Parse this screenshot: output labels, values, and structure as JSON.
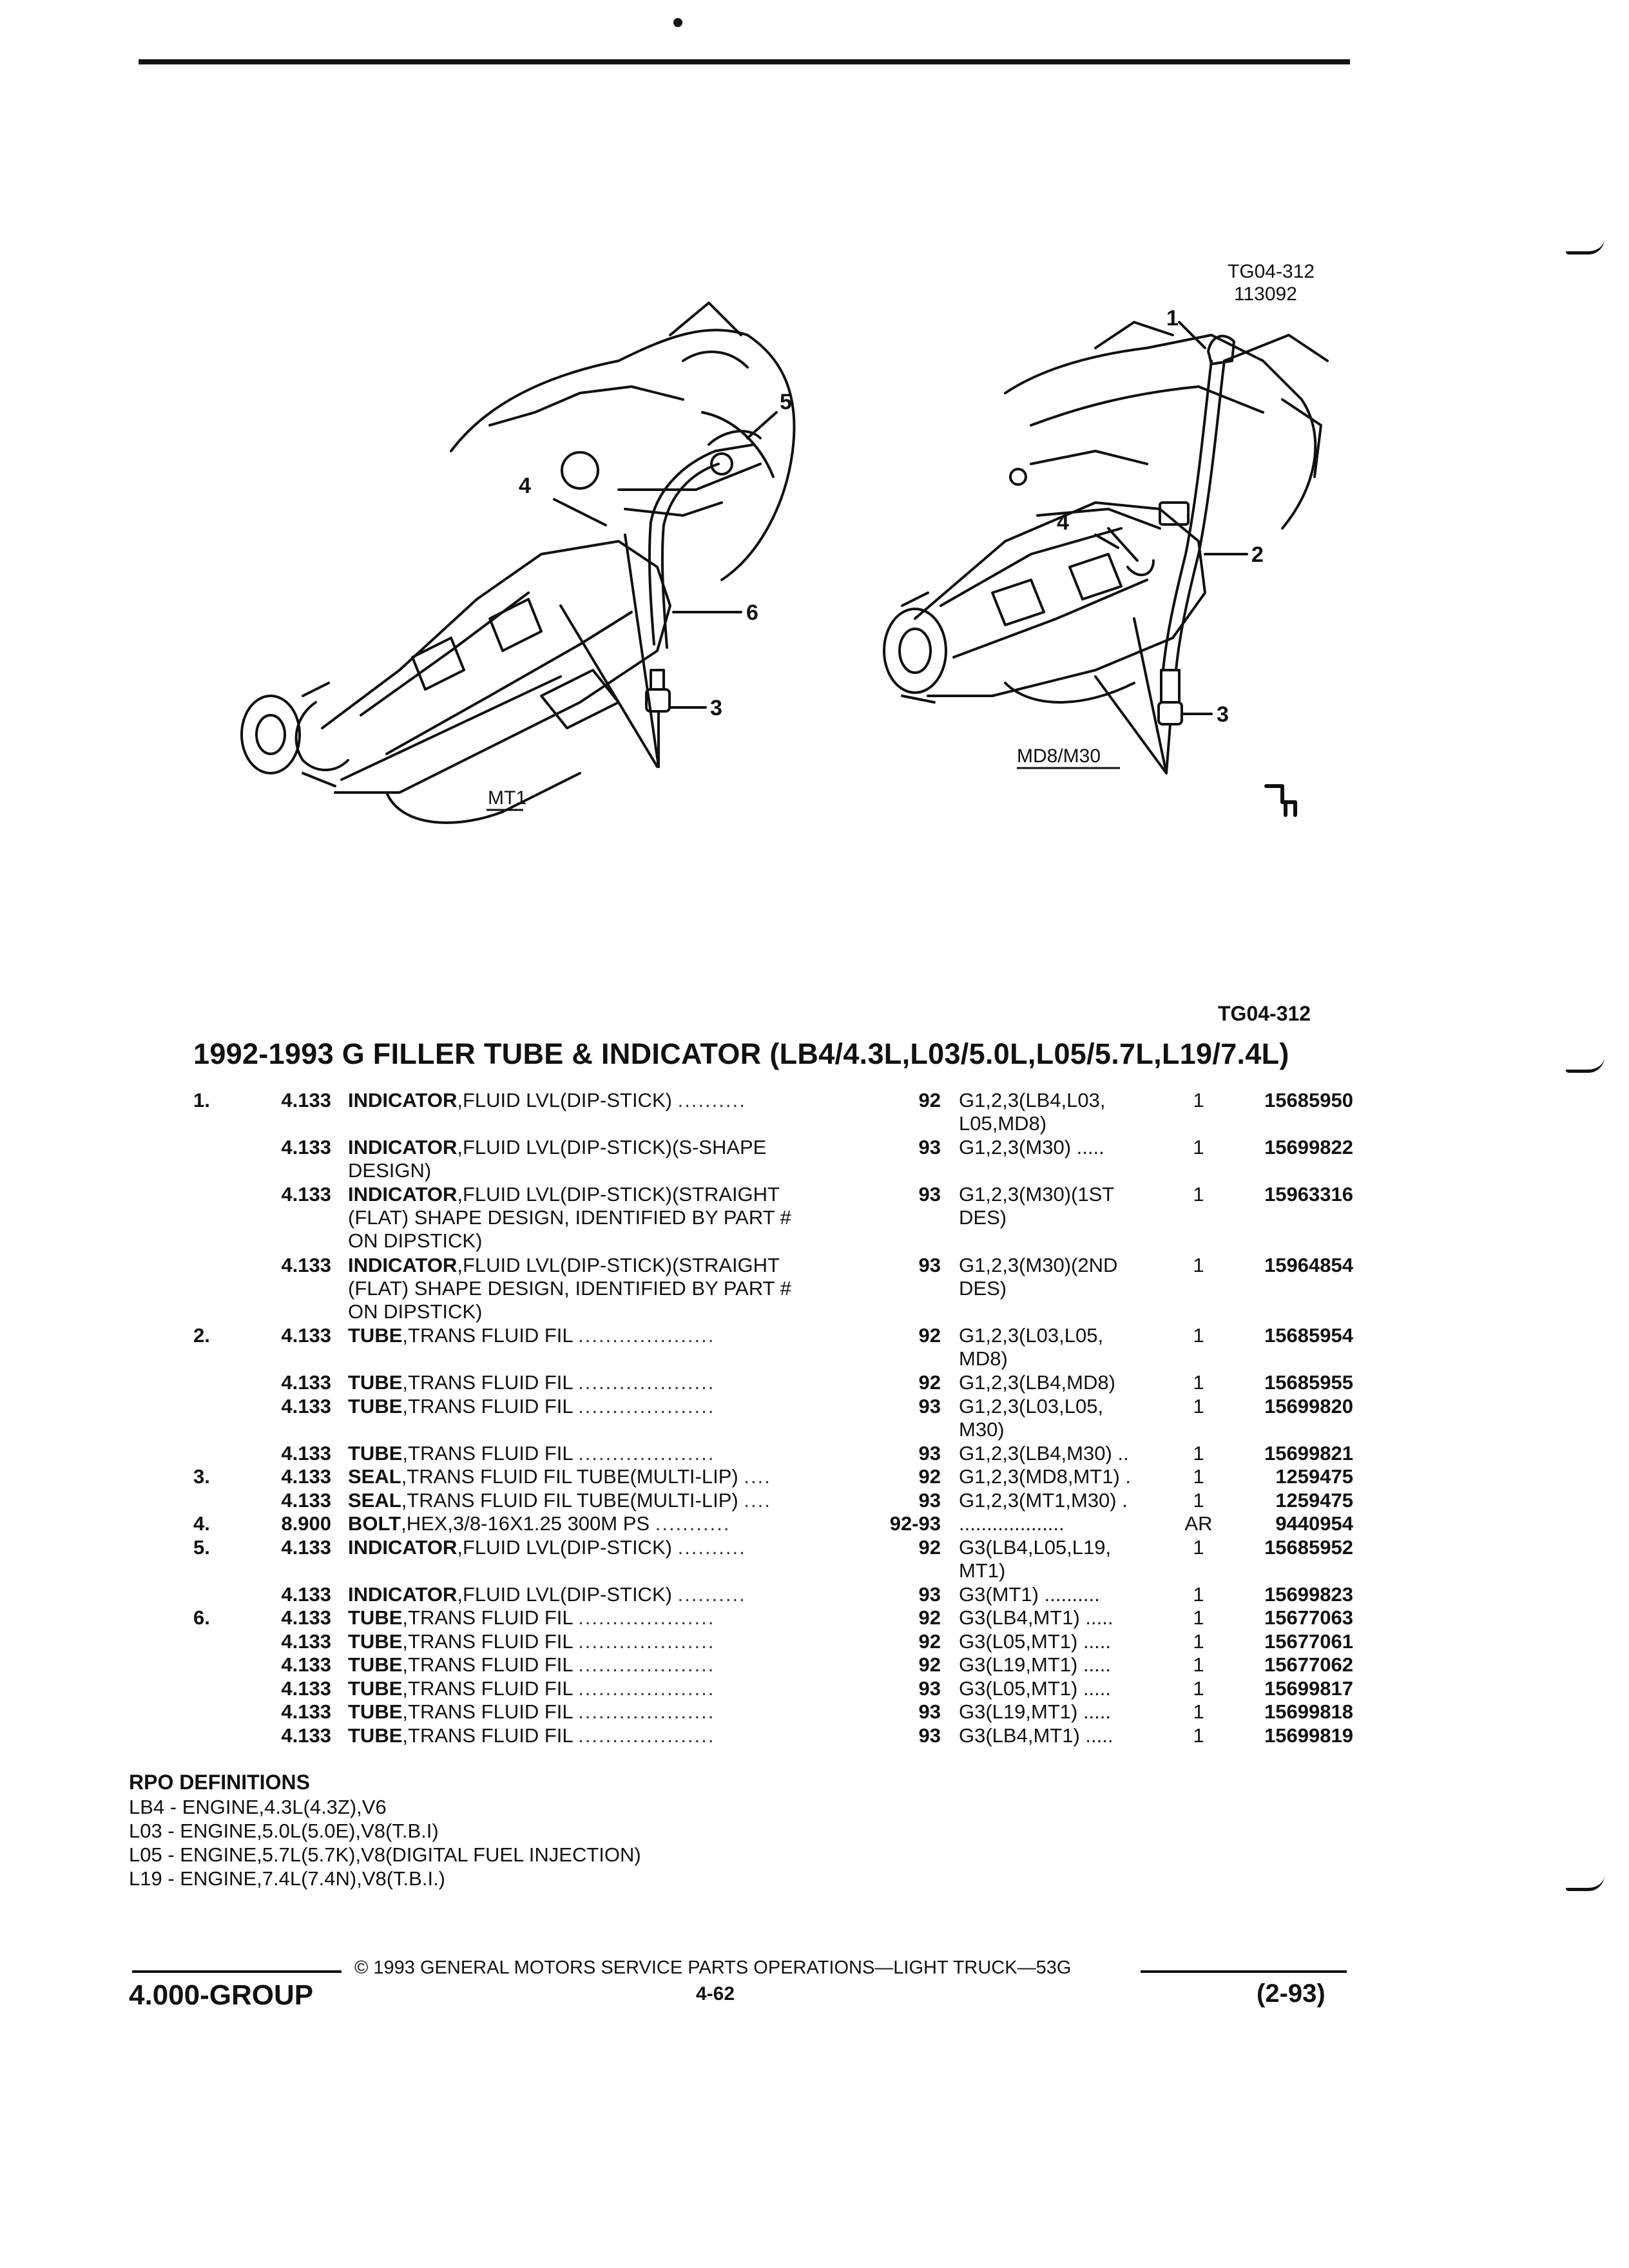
{
  "header": {
    "figure_code": "TG04-312",
    "figure_date": "113092"
  },
  "illustration": {
    "left_label": "MT1",
    "right_label": "MD8/M30",
    "callouts": [
      "1",
      "2",
      "3",
      "4",
      "5",
      "6"
    ],
    "caption": "TG04-312"
  },
  "section": {
    "title": "1992-1993 G FILLER TUBE & INDICATOR (LB4/4.3L,L03/5.0L,L05/5.7L,L19/7.4L)"
  },
  "parts": [
    {
      "item": "1.",
      "group": "4.133",
      "name": "INDICATOR",
      "desc": ",FLUID LVL(DIP-STICK)",
      "desc2": "",
      "desc3": "",
      "dots": "..........",
      "years": "92",
      "models": "G1,2,3(LB4,L03,",
      "models2": "L05,MD8)",
      "qty": "1",
      "part": "15685950"
    },
    {
      "item": "",
      "group": "4.133",
      "name": "INDICATOR",
      "desc": ",FLUID LVL(DIP-STICK)(S-SHAPE",
      "desc2": "DESIGN)",
      "desc3": "",
      "dots": "",
      "years": "93",
      "models": "G1,2,3(M30) .....",
      "models2": "",
      "qty": "1",
      "part": "15699822"
    },
    {
      "item": "",
      "group": "4.133",
      "name": "INDICATOR",
      "desc": ",FLUID LVL(DIP-STICK)(STRAIGHT",
      "desc2": "(FLAT) SHAPE DESIGN, IDENTIFIED BY PART #",
      "desc3": "ON DIPSTICK)",
      "dots": "",
      "years": "93",
      "models": "G1,2,3(M30)(1ST",
      "models2": "DES)",
      "qty": "1",
      "part": "15963316"
    },
    {
      "item": "",
      "group": "4.133",
      "name": "INDICATOR",
      "desc": ",FLUID LVL(DIP-STICK)(STRAIGHT",
      "desc2": "(FLAT) SHAPE DESIGN, IDENTIFIED BY PART #",
      "desc3": "ON DIPSTICK)",
      "dots": "",
      "years": "93",
      "models": "G1,2,3(M30)(2ND",
      "models2": "DES)",
      "qty": "1",
      "part": "15964854"
    },
    {
      "item": "2.",
      "group": "4.133",
      "name": "TUBE",
      "desc": ",TRANS FLUID FIL",
      "desc2": "",
      "desc3": "",
      "dots": "....................",
      "years": "92",
      "models": "G1,2,3(L03,L05,",
      "models2": "MD8)",
      "qty": "1",
      "part": "15685954"
    },
    {
      "item": "",
      "group": "4.133",
      "name": "TUBE",
      "desc": ",TRANS FLUID FIL",
      "desc2": "",
      "desc3": "",
      "dots": "....................",
      "years": "92",
      "models": "G1,2,3(LB4,MD8)",
      "models2": "",
      "qty": "1",
      "part": "15685955"
    },
    {
      "item": "",
      "group": "4.133",
      "name": "TUBE",
      "desc": ",TRANS FLUID FIL",
      "desc2": "",
      "desc3": "",
      "dots": "....................",
      "years": "93",
      "models": "G1,2,3(L03,L05,",
      "models2": "M30)",
      "qty": "1",
      "part": "15699820"
    },
    {
      "item": "",
      "group": "4.133",
      "name": "TUBE",
      "desc": ",TRANS FLUID FIL",
      "desc2": "",
      "desc3": "",
      "dots": "....................",
      "years": "93",
      "models": "G1,2,3(LB4,M30) ..",
      "models2": "",
      "qty": "1",
      "part": "15699821"
    },
    {
      "item": "3.",
      "group": "4.133",
      "name": "SEAL",
      "desc": ",TRANS FLUID FIL TUBE(MULTI-LIP)",
      "desc2": "",
      "desc3": "",
      "dots": "....",
      "years": "92",
      "models": "G1,2,3(MD8,MT1) .",
      "models2": "",
      "qty": "1",
      "part": "1259475"
    },
    {
      "item": "",
      "group": "4.133",
      "name": "SEAL",
      "desc": ",TRANS FLUID FIL TUBE(MULTI-LIP)",
      "desc2": "",
      "desc3": "",
      "dots": "....",
      "years": "93",
      "models": "G1,2,3(MT1,M30) .",
      "models2": "",
      "qty": "1",
      "part": "1259475"
    },
    {
      "item": "4.",
      "group": "8.900",
      "name": "BOLT",
      "desc": ",HEX,3/8-16X1.25 300M PS",
      "desc2": "",
      "desc3": "",
      "dots": "...........",
      "years": "92-93",
      "models": "...................",
      "models2": "",
      "qty": "AR",
      "part": "9440954"
    },
    {
      "item": "5.",
      "group": "4.133",
      "name": "INDICATOR",
      "desc": ",FLUID LVL(DIP-STICK)",
      "desc2": "",
      "desc3": "",
      "dots": "..........",
      "years": "92",
      "models": "G3(LB4,L05,L19,",
      "models2": "MT1)",
      "qty": "1",
      "part": "15685952"
    },
    {
      "item": "",
      "group": "4.133",
      "name": "INDICATOR",
      "desc": ",FLUID LVL(DIP-STICK)",
      "desc2": "",
      "desc3": "",
      "dots": "..........",
      "years": "93",
      "models": "G3(MT1) ..........",
      "models2": "",
      "qty": "1",
      "part": "15699823"
    },
    {
      "item": "6.",
      "group": "4.133",
      "name": "TUBE",
      "desc": ",TRANS FLUID FIL",
      "desc2": "",
      "desc3": "",
      "dots": "....................",
      "years": "92",
      "models": "G3(LB4,MT1) .....",
      "models2": "",
      "qty": "1",
      "part": "15677063"
    },
    {
      "item": "",
      "group": "4.133",
      "name": "TUBE",
      "desc": ",TRANS FLUID FIL",
      "desc2": "",
      "desc3": "",
      "dots": "....................",
      "years": "92",
      "models": "G3(L05,MT1) .....",
      "models2": "",
      "qty": "1",
      "part": "15677061"
    },
    {
      "item": "",
      "group": "4.133",
      "name": "TUBE",
      "desc": ",TRANS FLUID FIL",
      "desc2": "",
      "desc3": "",
      "dots": "....................",
      "years": "92",
      "models": "G3(L19,MT1) .....",
      "models2": "",
      "qty": "1",
      "part": "15677062"
    },
    {
      "item": "",
      "group": "4.133",
      "name": "TUBE",
      "desc": ",TRANS FLUID FIL",
      "desc2": "",
      "desc3": "",
      "dots": "....................",
      "years": "93",
      "models": "G3(L05,MT1) .....",
      "models2": "",
      "qty": "1",
      "part": "15699817"
    },
    {
      "item": "",
      "group": "4.133",
      "name": "TUBE",
      "desc": ",TRANS FLUID FIL",
      "desc2": "",
      "desc3": "",
      "dots": "....................",
      "years": "93",
      "models": "G3(L19,MT1) .....",
      "models2": "",
      "qty": "1",
      "part": "15699818"
    },
    {
      "item": "",
      "group": "4.133",
      "name": "TUBE",
      "desc": ",TRANS FLUID FIL",
      "desc2": "",
      "desc3": "",
      "dots": "....................",
      "years": "93",
      "models": "G3(LB4,MT1) .....",
      "models2": "",
      "qty": "1",
      "part": "15699819"
    }
  ],
  "rpo": {
    "heading": "RPO DEFINITIONS",
    "items": [
      "LB4 - ENGINE,4.3L(4.3Z),V6",
      "L03 - ENGINE,5.0L(5.0E),V8(T.B.I)",
      "L05 - ENGINE,5.7L(5.7K),V8(DIGITAL FUEL INJECTION)",
      "L19 - ENGINE,7.4L(7.4N),V8(T.B.I.)"
    ]
  },
  "footer": {
    "copyright": "© 1993 GENERAL MOTORS SERVICE PARTS OPERATIONS—LIGHT TRUCK—53G",
    "group": "4.000-GROUP",
    "page": "4-62",
    "date": "(2-93)"
  }
}
